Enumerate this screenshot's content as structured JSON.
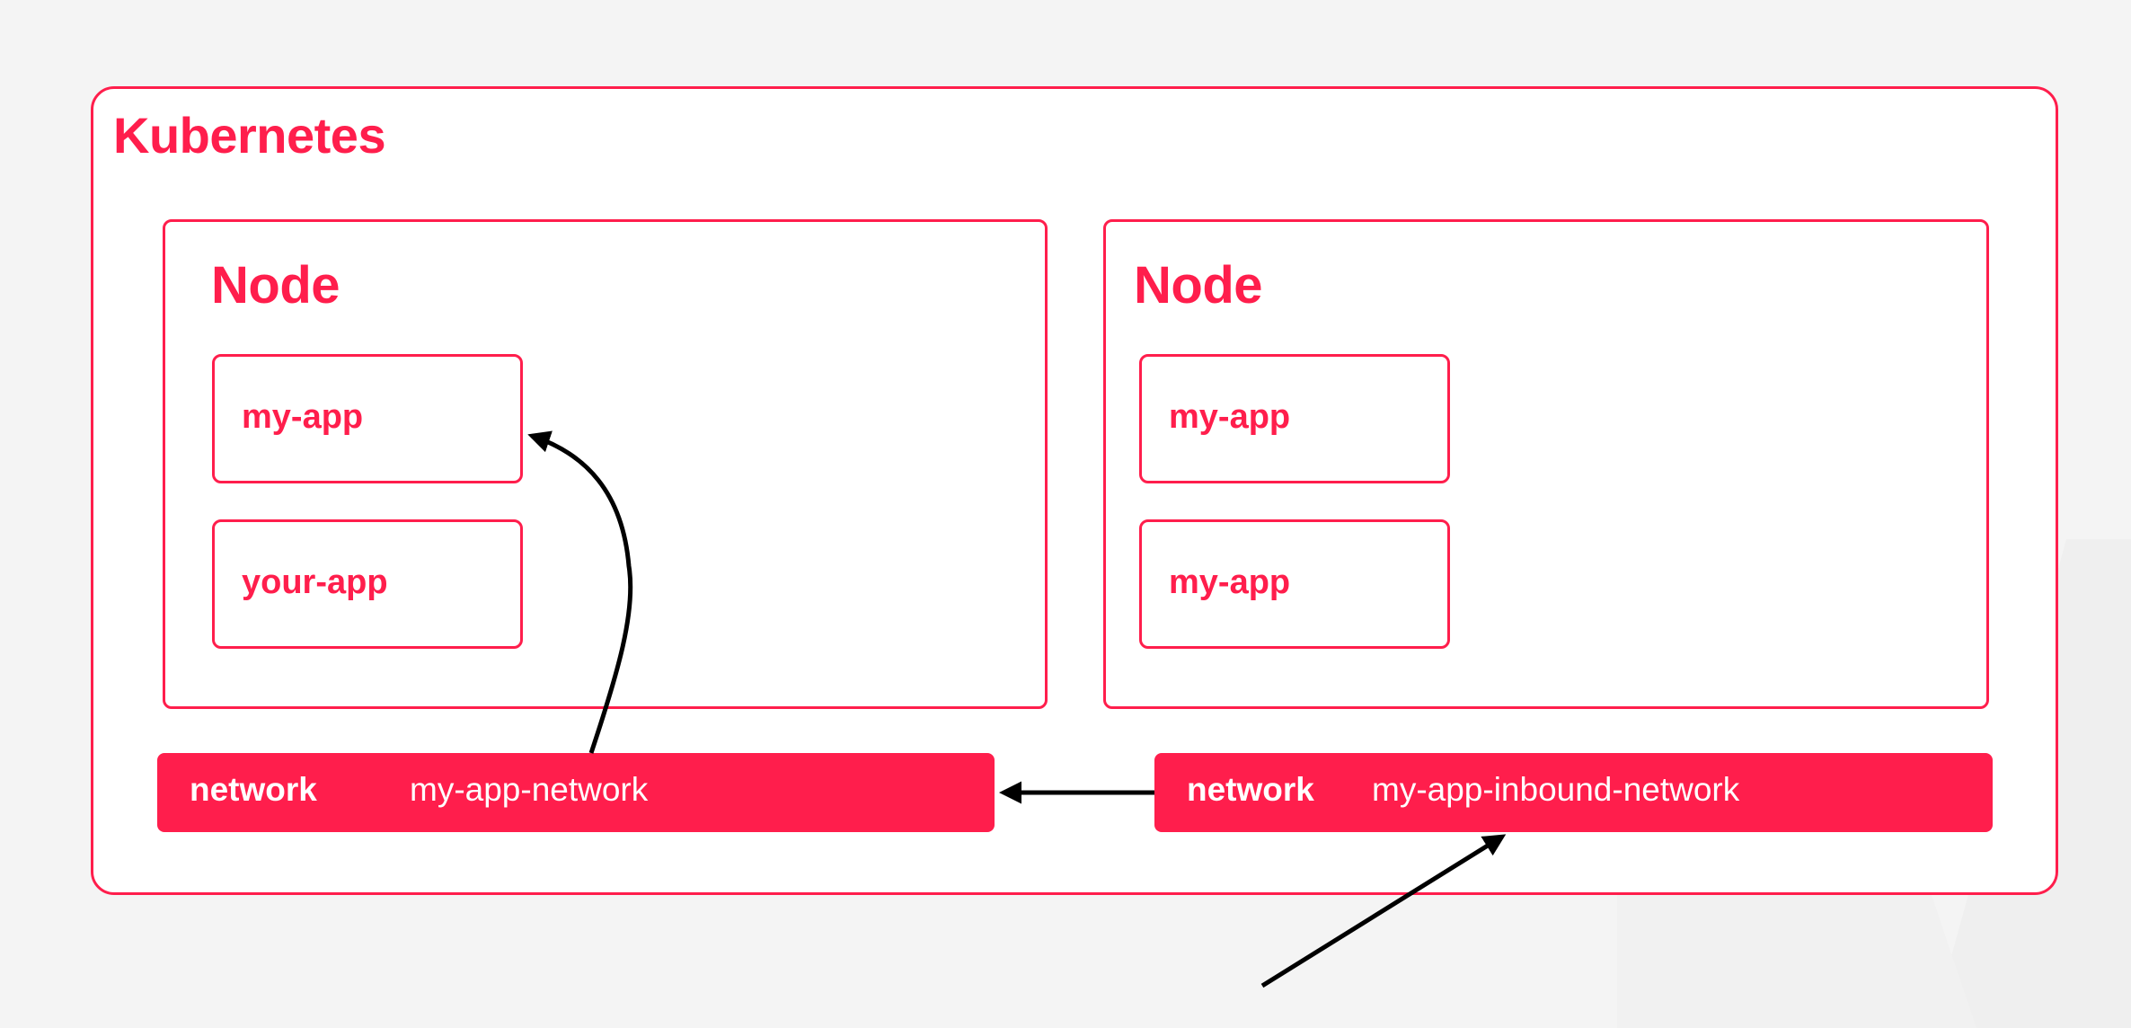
{
  "cluster": {
    "title": "Kubernetes"
  },
  "nodes": [
    {
      "title": "Node",
      "pods": [
        {
          "label": "my-app"
        },
        {
          "label": "your-app"
        }
      ]
    },
    {
      "title": "Node",
      "pods": [
        {
          "label": "my-app"
        },
        {
          "label": "my-app"
        }
      ]
    }
  ],
  "networks": [
    {
      "kind": "network",
      "name": "my-app-network"
    },
    {
      "kind": "network",
      "name": "my-app-inbound-network"
    }
  ],
  "colors": {
    "accent": "#ff1e4c",
    "background": "#f4f4f4",
    "panel": "#ffffff",
    "arrow": "#000000"
  }
}
